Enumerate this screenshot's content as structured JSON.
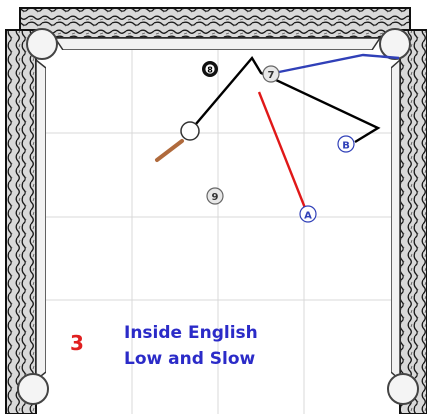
{
  "diagram": {
    "number_label": "3",
    "caption_line1": "Inside English",
    "caption_line2": "Low and Slow",
    "balls": {
      "eight": "8",
      "seven": "7",
      "nine": "9"
    },
    "markers": {
      "a": "A",
      "b": "B"
    },
    "colors": {
      "caption": "#2b2bc8",
      "number": "#e02020",
      "path_a": "#e01818",
      "path_b": "#3040b8",
      "path_cue": "#000000",
      "cue_stick": "#b06a3c",
      "rail_wood": "#ffffff",
      "grid": "#d8d8d8"
    }
  }
}
